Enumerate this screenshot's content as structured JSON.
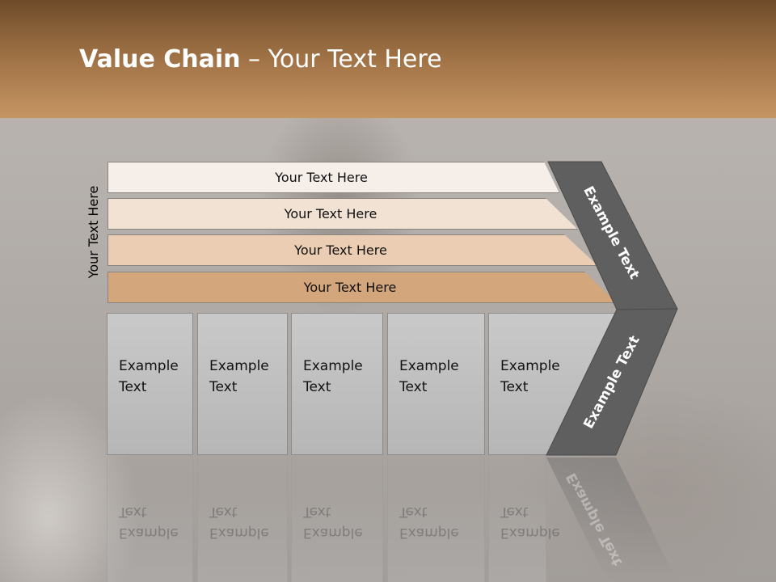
{
  "slide": {
    "title_bold": "Value Chain",
    "title_rest": " – Your Text Here",
    "side_label": "Your Text Here"
  },
  "bars": [
    {
      "label": "Your Text Here"
    },
    {
      "label": "Your Text Here"
    },
    {
      "label": "Your Text Here"
    },
    {
      "label": "Your Text Here"
    }
  ],
  "boxes": [
    {
      "line1": "Example",
      "line2": "Text"
    },
    {
      "line1": "Example",
      "line2": "Text"
    },
    {
      "line1": "Example",
      "line2": "Text"
    },
    {
      "line1": "Example",
      "line2": "Text"
    },
    {
      "line1": "Example",
      "line2": "Text"
    }
  ],
  "chevron": {
    "upper_label": "Example Text",
    "lower_label": "Example Text"
  },
  "colors": {
    "header_top": "#6e4b2a",
    "header_bottom": "#c69563",
    "chevron_fill": "#5f5f5f",
    "bar_light": "#f6efe9",
    "bar_dark": "#d3a67c",
    "box_fill": "#c2c2c2"
  }
}
